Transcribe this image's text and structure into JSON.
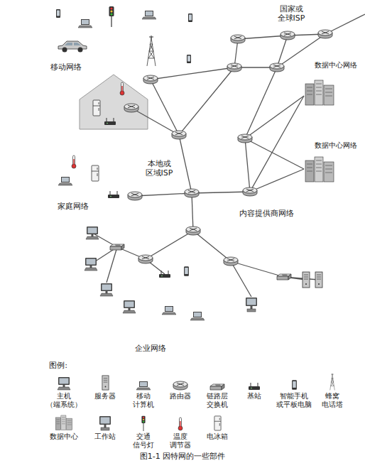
{
  "diagram": {
    "caption": "图1-1 因特网的一些部件",
    "nodes": [
      {
        "text": [
          "移动网络"
        ]
      },
      {
        "text": [
          "国家或 全球ISP"
        ]
      },
      {
        "text": [
          "家庭网络"
        ]
      },
      {
        "text": [
          "本地或 区域ISP"
        ]
      },
      {
        "text": [
          "内容提供商网络"
        ]
      },
      {
        "text": [
          "企业网络"
        ]
      }
    ],
    "labels": [
      "数据中心网络",
      "数据中心网络",
      "图例:"
    ],
    "legend": [
      {
        "text": "主机 （端系统）"
      },
      {
        "text": "服务器"
      },
      {
        "text": "移动 计算机"
      },
      {
        "text": "路由器"
      },
      {
        "text": "链路层 交换机"
      },
      {
        "text": "基站"
      },
      {
        "text": "智能手机 或平板电脑"
      },
      {
        "text": "蜂窝 电话塔"
      },
      {
        "text": "数据中心"
      },
      {
        "text": "工作站"
      },
      {
        "text": "交通 信号灯"
      },
      {
        "text": "温度 调节器"
      },
      {
        "text": "电冰箱"
      }
    ]
  }
}
